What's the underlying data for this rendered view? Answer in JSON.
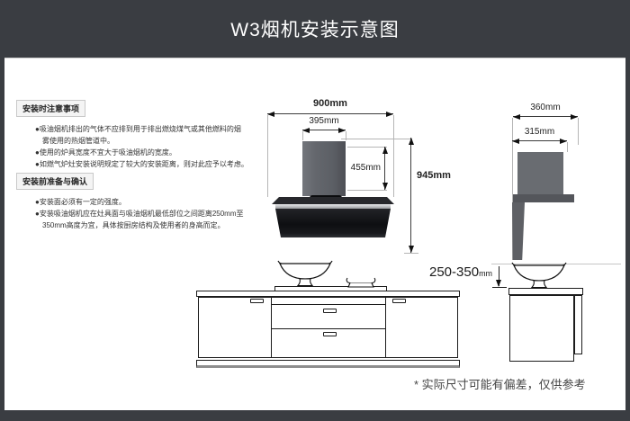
{
  "title": "W3烟机安装示意图",
  "notes": [
    {
      "heading": "安装时注意事项",
      "lines": [
        "●吸油烟机排出的气体不应排到用于排出燃烧煤气或其他燃料的烟",
        "雾使用的热烟管道中。",
        "●使用的炉具宽度不宜大于吸油烟机的宽度。",
        "●如燃气炉灶安装说明规定了较大的安装距离，则对此应予以考虑。"
      ]
    },
    {
      "heading": "安装前准备与确认",
      "lines": [
        "●安装面必须有一定的强度。",
        "●安装吸油烟机应在灶具面与吸油烟机最低部位之间距离250mm至",
        "350mm高度为宜，具体按厨房结构及使用者的身高而定。"
      ]
    }
  ],
  "front_view": {
    "width_total": "900mm",
    "width_duct": "395mm",
    "duct_height": "455mm",
    "height_total": "945mm"
  },
  "side_view": {
    "depth_total": "360mm",
    "depth_duct": "315mm"
  },
  "clearance": {
    "value": "250-350",
    "unit": "mm"
  },
  "disclaimer": "* 实际尺寸可能有偏差，仅供参考",
  "colors": {
    "header_bg": "#3a3d42",
    "hood_body": "#121316",
    "hood_chimney_gray": "#63666c",
    "silver_strip": "#c9cbce",
    "line_art": "#1c1c1c"
  }
}
